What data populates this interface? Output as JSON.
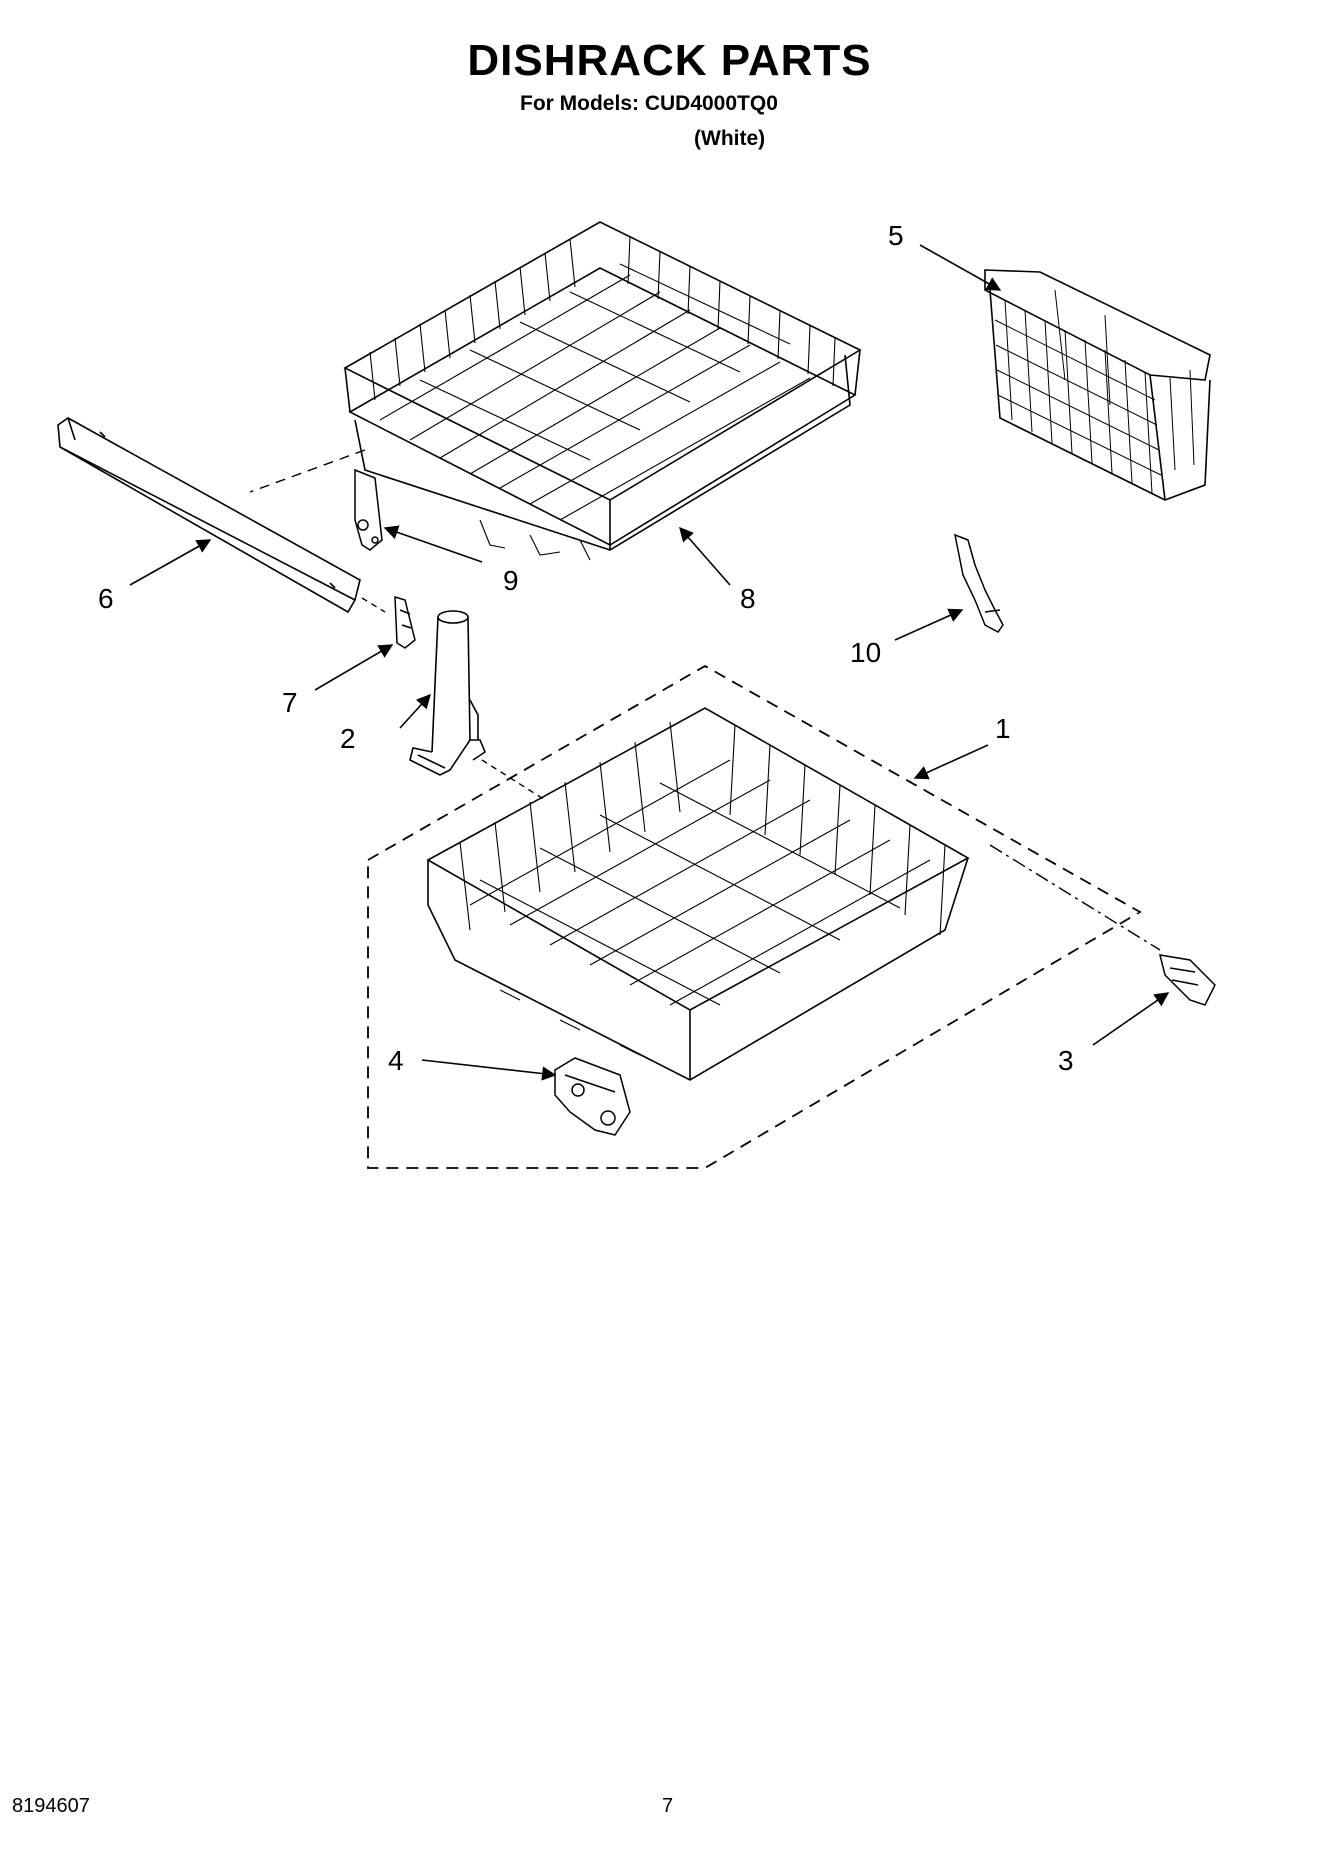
{
  "header": {
    "title": "DISHRACK PARTS",
    "models_line": "For Models: CUD4000TQ0",
    "variant": "(White)"
  },
  "footer": {
    "doc_number": "8194607",
    "page_number": "7"
  },
  "callouts": {
    "c1": "1",
    "c2": "2",
    "c3": "3",
    "c4": "4",
    "c5": "5",
    "c6": "6",
    "c7": "7",
    "c8": "8",
    "c9": "9",
    "c10": "10"
  }
}
